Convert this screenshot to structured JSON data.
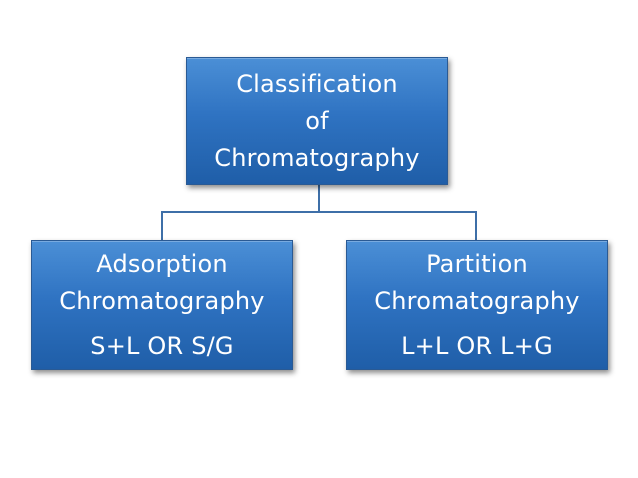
{
  "colors": {
    "box_fill": "#2f73c2",
    "box_border": "#2a5a94",
    "connector": "#3e6fa8",
    "text": "#ffffff"
  },
  "root": {
    "lines": [
      "Classification",
      "of",
      "Chromatography"
    ]
  },
  "children": [
    {
      "lines": [
        "Adsorption",
        "Chromatography",
        "S+L OR S/G"
      ]
    },
    {
      "lines": [
        "Partition",
        "Chromatography",
        "L+L OR L+G"
      ]
    }
  ]
}
